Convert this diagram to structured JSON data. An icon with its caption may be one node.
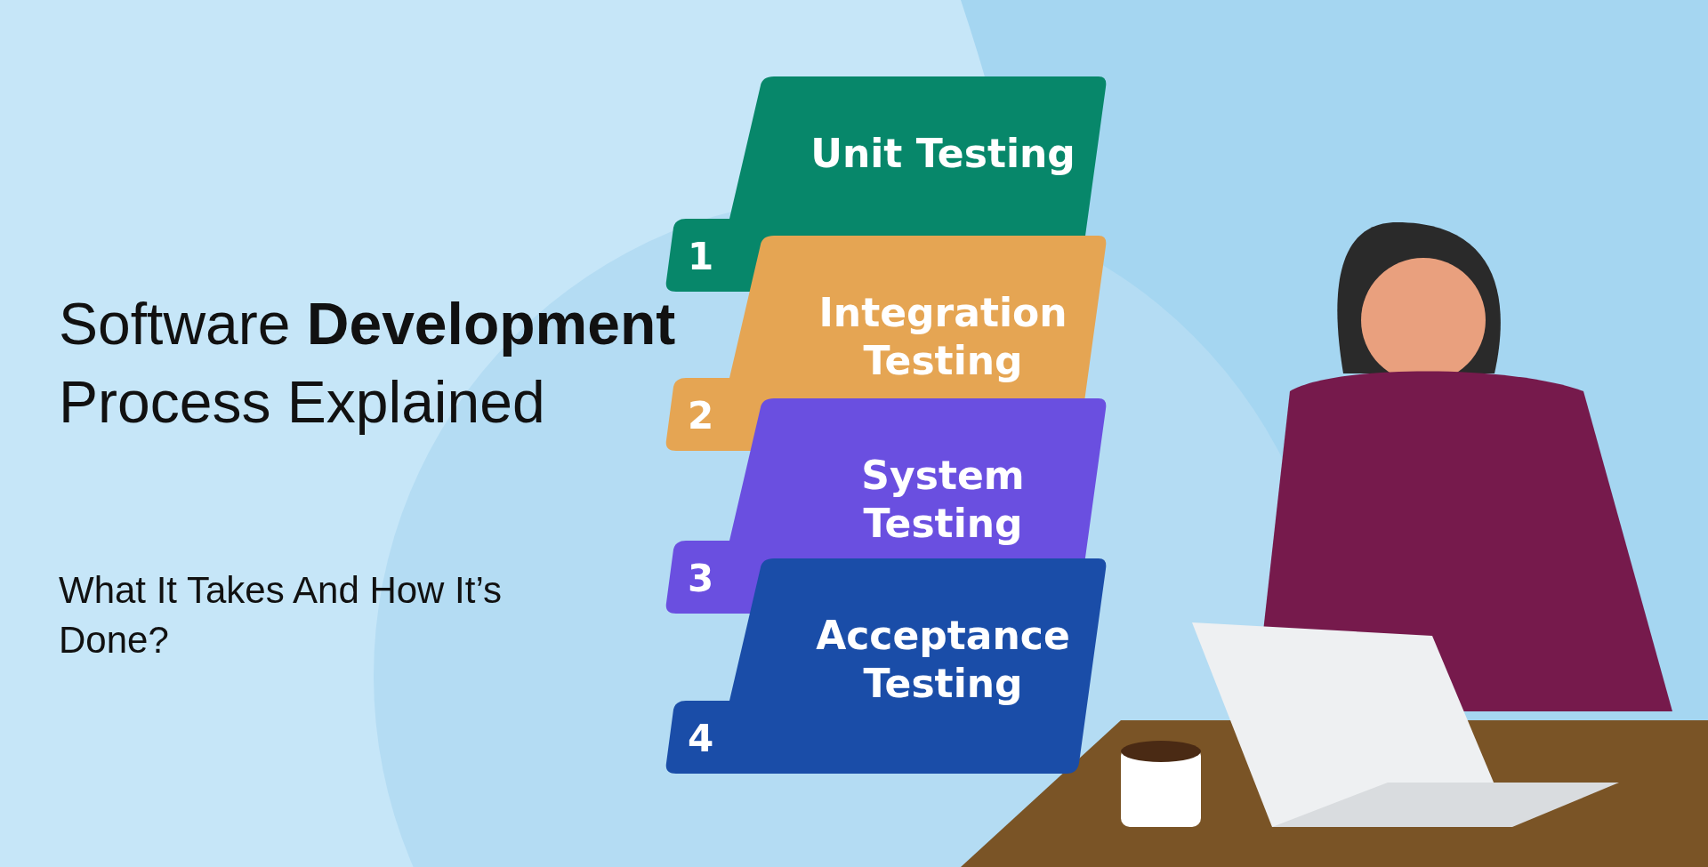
{
  "diagram": {
    "title": "Software **Development** Process Explained",
    "caption": "What It Takes And How It’s Done?",
    "nodes": [
      {
        "text": [
          "Unit Testing",
          "1"
        ]
      },
      {
        "text": [
          "Integration Testing",
          "2"
        ]
      },
      {
        "text": [
          "System Testing",
          "3"
        ]
      },
      {
        "text": [
          "Acceptance Testing",
          "4"
        ]
      }
    ]
  }
}
